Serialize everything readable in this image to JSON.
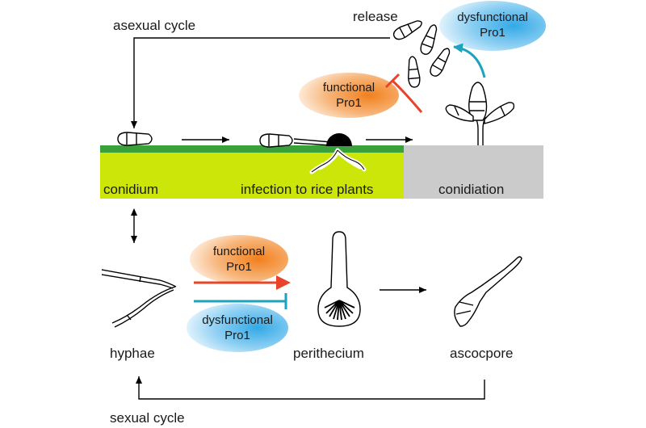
{
  "cycles": {
    "asexual": "asexual cycle",
    "sexual": "sexual cycle"
  },
  "labels": {
    "release": "release",
    "conidium": "conidium",
    "infection": "infection to rice plants",
    "conidiation": "conidiation",
    "hyphae": "hyphae",
    "perithecium": "perithecium",
    "ascospore": "ascocpore"
  },
  "badges": {
    "dysfunctional_top": [
      "dysfunctional",
      "Pro1"
    ],
    "functional_top": [
      "functional",
      "Pro1"
    ],
    "functional_mid": [
      "functional",
      "Pro1"
    ],
    "dysfunctional_mid": [
      "dysfunctional",
      "Pro1"
    ]
  },
  "colors": {
    "leaf": "#cde60a",
    "leaf_edge": "#3aa13a",
    "ground_gray": "#cbcbcb",
    "functional_orange": "#f08a24",
    "dysfunctional_blue": "#3fb1ea",
    "promote_arrow": "#e8442a",
    "inhibit_arrow": "#1ea3be"
  }
}
